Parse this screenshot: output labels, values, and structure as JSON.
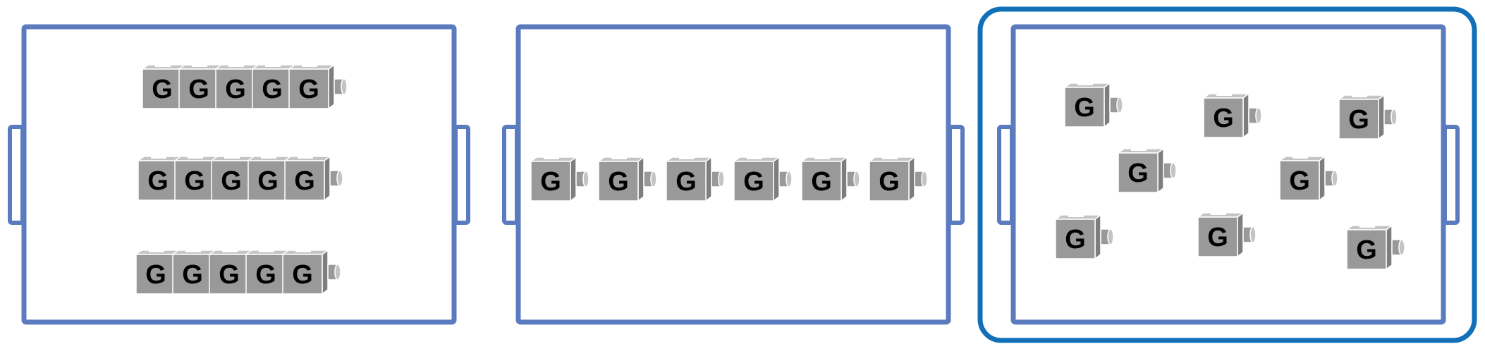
{
  "colors": {
    "tray_stroke": "#5B7BBF",
    "highlight_stroke": "#1170B8",
    "cube_front": "#999999",
    "cube_top": "#C4C4C4",
    "cube_side": "#7E7E7E",
    "cube_edge": "#FFFFFF",
    "label": "#000000"
  },
  "cube_label": "G",
  "panels": [
    {
      "name": "panel-trains-of-five",
      "highlighted": false,
      "groups": [
        {
          "name": "train-1",
          "cubes": 5
        },
        {
          "name": "train-2",
          "cubes": 5
        },
        {
          "name": "train-3",
          "cubes": 5
        }
      ]
    },
    {
      "name": "panel-row-of-six",
      "highlighted": false,
      "groups": [
        {
          "name": "cube-1",
          "cubes": 1
        },
        {
          "name": "cube-2",
          "cubes": 1
        },
        {
          "name": "cube-3",
          "cubes": 1
        },
        {
          "name": "cube-4",
          "cubes": 1
        },
        {
          "name": "cube-5",
          "cubes": 1
        },
        {
          "name": "cube-6",
          "cubes": 1
        }
      ]
    },
    {
      "name": "panel-scattered-eight",
      "highlighted": true,
      "groups": [
        {
          "name": "cube-1",
          "cubes": 1
        },
        {
          "name": "cube-2",
          "cubes": 1
        },
        {
          "name": "cube-3",
          "cubes": 1
        },
        {
          "name": "cube-4",
          "cubes": 1
        },
        {
          "name": "cube-5",
          "cubes": 1
        },
        {
          "name": "cube-6",
          "cubes": 1
        },
        {
          "name": "cube-7",
          "cubes": 1
        },
        {
          "name": "cube-8",
          "cubes": 1
        }
      ]
    }
  ]
}
